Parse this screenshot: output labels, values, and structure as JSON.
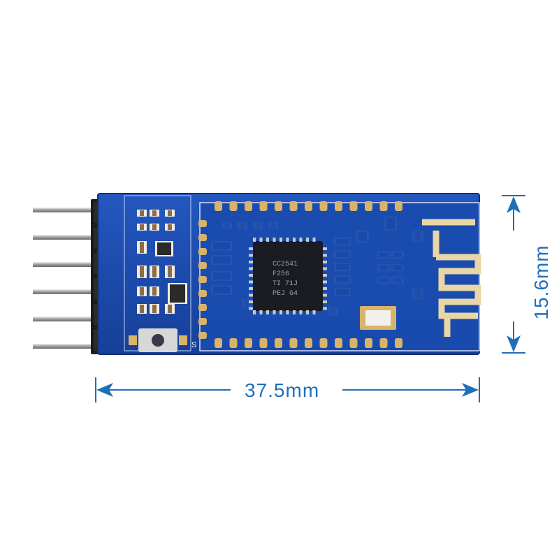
{
  "product": {
    "chip_marking": [
      "CC2541",
      "F256",
      "TI 71J",
      "PEJ G4"
    ],
    "silk_label": "S"
  },
  "dimensions": {
    "width_label": "37.5mm",
    "height_label": "15.6mm",
    "color": "#1f6fb8"
  },
  "colors": {
    "pcb": "#1c4fb0",
    "pcb_dark": "#123a8a",
    "gold": "#d8b46a",
    "pin_metal": "#b8b8b8",
    "header_black": "#222222"
  },
  "icons": {
    "arrow": "double-arrow",
    "antenna": "meander-antenna"
  }
}
